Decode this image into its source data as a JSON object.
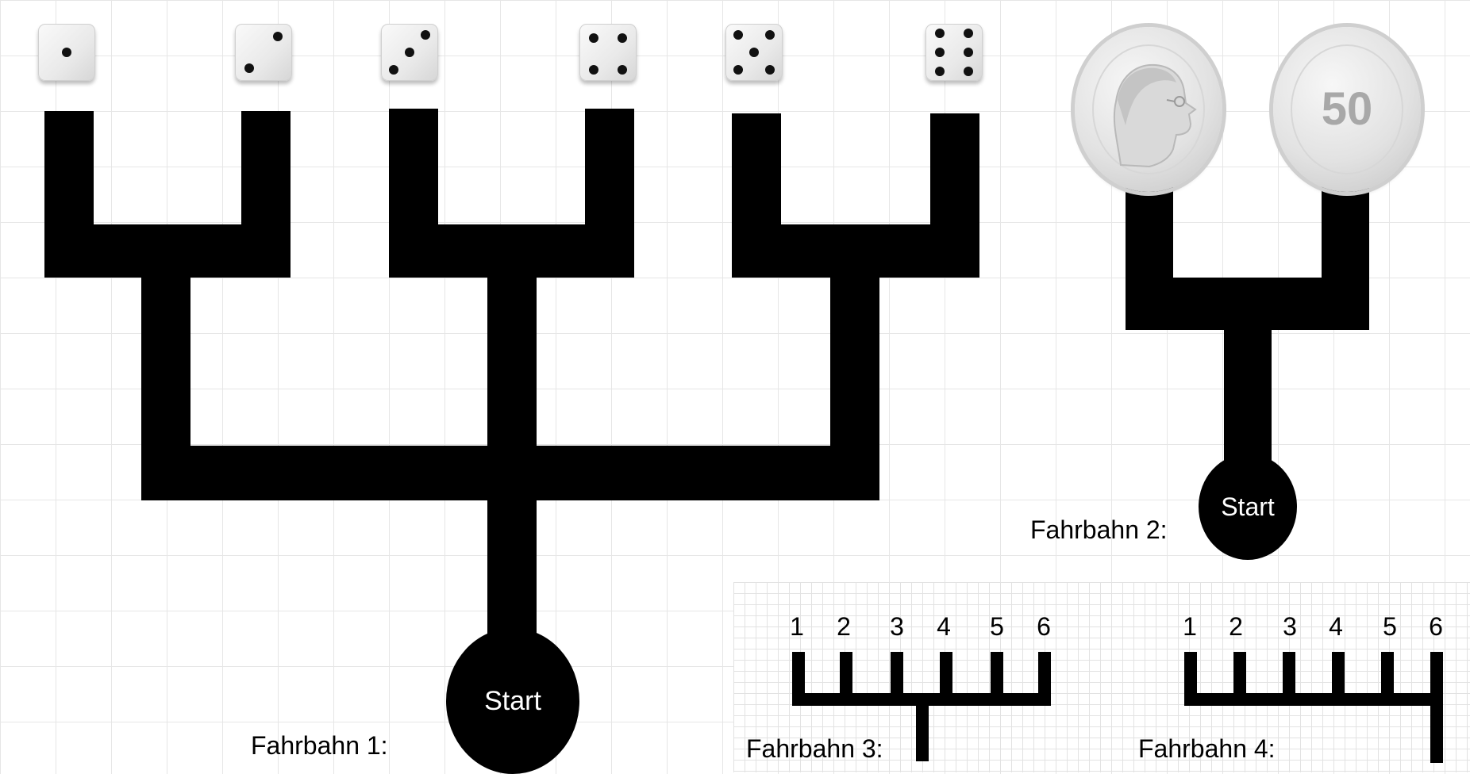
{
  "track1": {
    "label": "Fahrbahn 1:",
    "start": "Start"
  },
  "track2": {
    "label": "Fahrbahn 2:",
    "start": "Start",
    "coin_value": "50"
  },
  "track3": {
    "label": "Fahrbahn 3:",
    "numbers": [
      "1",
      "2",
      "3",
      "4",
      "5",
      "6"
    ]
  },
  "track4": {
    "label": "Fahrbahn 4:",
    "numbers": [
      "1",
      "2",
      "3",
      "4",
      "5",
      "6"
    ]
  },
  "dice": [
    1,
    2,
    3,
    4,
    5,
    6
  ],
  "coins": [
    "portrait",
    "value"
  ]
}
